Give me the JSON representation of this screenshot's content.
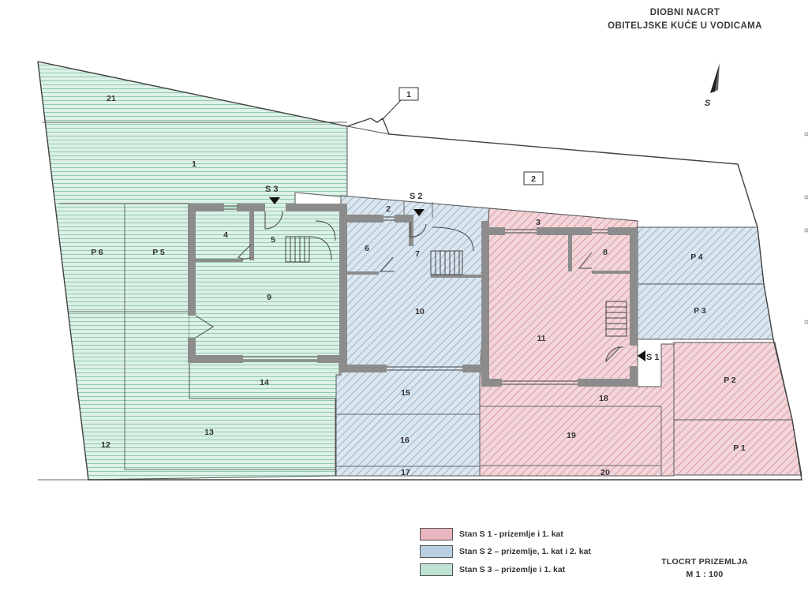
{
  "title": {
    "line1": "DIOBNI NACRT",
    "line2": "OBITELJSKE KUĆE U VODICAMA"
  },
  "north_arrow": {
    "letter": "S"
  },
  "plot_markers": {
    "m1": "1",
    "m2": "2"
  },
  "units": {
    "S1": {
      "label": "S 1",
      "color": "#e9b6bf"
    },
    "S2": {
      "label": "S 2",
      "color": "#b9cfe0"
    },
    "S3": {
      "label": "S 3",
      "color": "#bfe3d3"
    }
  },
  "rooms": {
    "r1": "1",
    "r2": "2",
    "r3": "3",
    "r4": "4",
    "r5": "5",
    "r6": "6",
    "r7": "7",
    "r8": "8",
    "r9": "9",
    "r10": "10",
    "r11": "11",
    "r12": "12",
    "r13": "13",
    "r14": "14",
    "r15": "15",
    "r16": "16",
    "r17": "17",
    "r18": "18",
    "r19": "19",
    "r20": "20",
    "r21": "21"
  },
  "parking": {
    "p1": "P 1",
    "p2": "P 2",
    "p3": "P 3",
    "p4": "P 4",
    "p5": "P 5",
    "p6": "P 6"
  },
  "legend": [
    {
      "text": "Stan S 1 - prizemlje i 1. kat",
      "color": "#e9b6bf"
    },
    {
      "text": "Stan S 2 – prizemlje, 1. kat i 2. kat",
      "color": "#b9cfe0"
    },
    {
      "text": "Stan S 3 – prizemlje i 1. kat",
      "color": "#bfe3d3"
    }
  ],
  "footer": {
    "line1": "TLOCRT PRIZEMLJA",
    "line2": "M 1 : 100"
  }
}
